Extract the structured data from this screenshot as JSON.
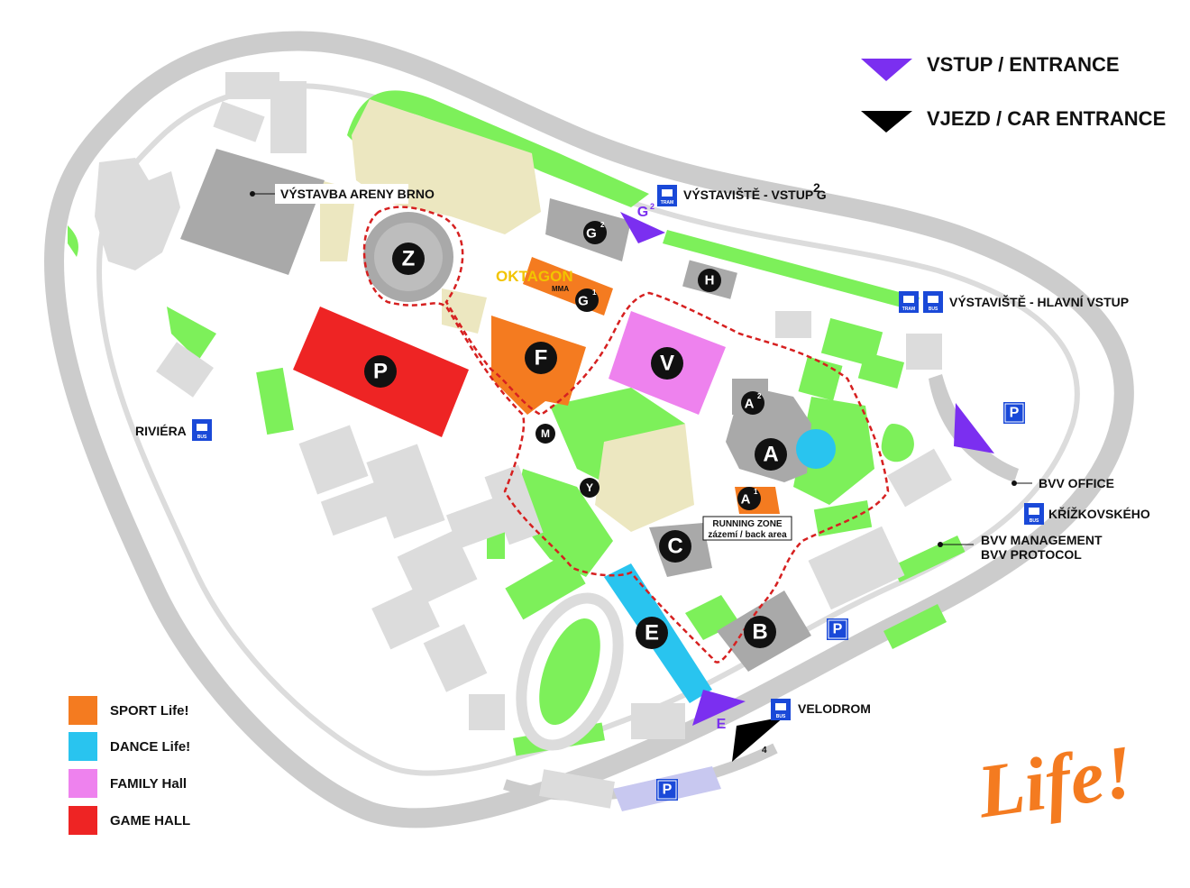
{
  "legend_top": {
    "entrance_label": "VSTUP / ENTRANCE",
    "car_entrance_label": "VJEZD / CAR ENTRANCE",
    "entrance_color": "#7b2ff0",
    "car_entrance_color": "#000000"
  },
  "legend_bottom": [
    {
      "label": "SPORT Life!",
      "color": "#f47b20"
    },
    {
      "label": "DANCE Life!",
      "color": "#29c4ef"
    },
    {
      "label": "FAMILY Hall",
      "color": "#ee82ee"
    },
    {
      "label": "GAME HALL",
      "color": "#ee2424"
    }
  ],
  "labels": {
    "arena": "VÝSTAVBA ARENY BRNO",
    "g2_stop": "VÝSTAVIŠTĚ - VSTUP G",
    "g2_stop_sup": "2",
    "main_stop": "VÝSTAVIŠTĚ - HLAVNÍ VSTUP",
    "riviera": "RIVIÉRA",
    "bvv_office": "BVV OFFICE",
    "krizkovskeho": "KŘÍŽKOVSKÉHO",
    "bvv_management": "BVV MANAGEMENT",
    "bvv_protocol": "BVV PROTOCOL",
    "velodrom": "VELODROM",
    "running_zone": "RUNNING ZONE",
    "running_zone_sub": "zázemí / back area",
    "oktagon": "OKTAGON",
    "oktagon_sub": "MMA"
  },
  "halls": {
    "Z": "Z",
    "P": "P",
    "F": "F",
    "V": "V",
    "A": "A",
    "B": "B",
    "C": "C",
    "E": "E",
    "G": "G",
    "H": "H",
    "M": "M",
    "Y": "Y",
    "sup1": "1",
    "sup2": "2"
  },
  "entrances": {
    "g2": "G",
    "g2_sup": "2",
    "e": "E"
  },
  "gate_number": "4",
  "parking_symbol": "P",
  "tram_text": "TRAM",
  "bus_text": "BUS",
  "logo_text": "Life!",
  "colors": {
    "sport": "#f47b20",
    "dance": "#29c4ef",
    "family": "#ee82ee",
    "game": "#ee2424",
    "green": "#7df05a",
    "road": "#cccccc",
    "building": "#dcdcdc",
    "hall": "#a9a9a9",
    "sand": "#ece7c0",
    "transit": "#1a49d8",
    "route": "#d62020"
  },
  "icons": [
    "tram-icon",
    "bus-icon",
    "parking-icon",
    "entrance-triangle-icon",
    "car-entrance-triangle-icon"
  ]
}
